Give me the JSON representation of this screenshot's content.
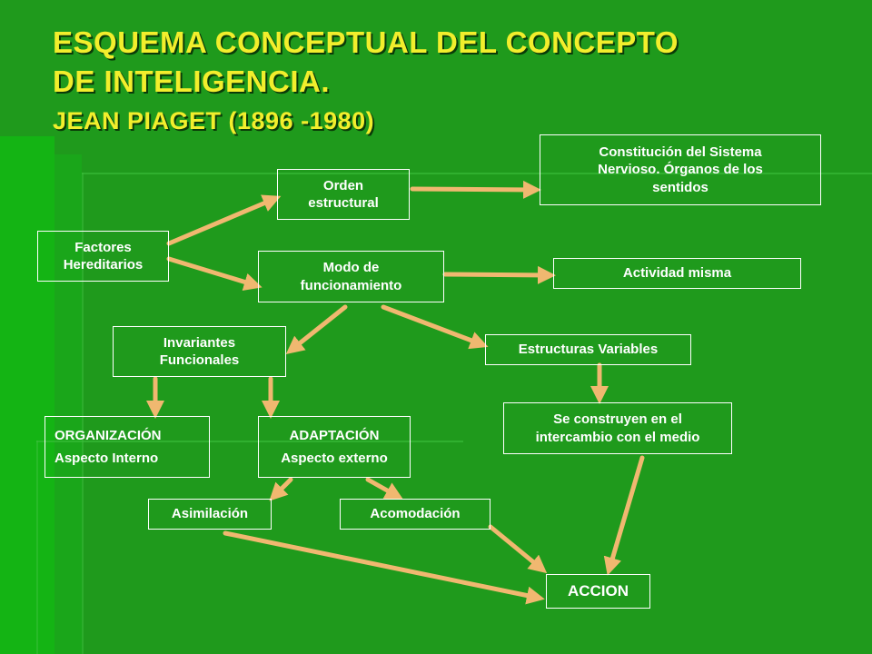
{
  "header": {
    "title_line1": "ESQUEMA CONCEPTUAL DEL CONCEPTO",
    "title_line2": "DE INTELIGENCIA.",
    "subtitle": "JEAN PIAGET (1896 -1980)"
  },
  "colors": {
    "background": "#1f9a1c",
    "title": "#f2ee2c",
    "arrow": "#f0b870",
    "box_border": "#ffffff",
    "box_text": "#ffffff"
  },
  "nodes": {
    "factores": {
      "line1": "Factores",
      "line2": "Hereditarios"
    },
    "orden": {
      "line1": "Orden",
      "line2": "estructural"
    },
    "constitucion": {
      "line1": "Constitución del Sistema",
      "line2": "Nervioso. Órganos de los",
      "line3": "sentidos"
    },
    "modo": {
      "line1": "Modo de",
      "line2": "funcionamiento"
    },
    "actividad": {
      "line1": "Actividad misma"
    },
    "invariantes": {
      "line1": "Invariantes",
      "line2": "Funcionales"
    },
    "estructuras": {
      "line1": "Estructuras Variables"
    },
    "organizacion": {
      "line1": "ORGANIZACIÓN",
      "line2": "Aspecto Interno"
    },
    "adaptacion": {
      "line1": "ADAPTACIÓN",
      "line2": "Aspecto externo"
    },
    "construyen": {
      "line1": "Se construyen en el",
      "line2": "intercambio con el medio"
    },
    "asimilacion": {
      "line1": "Asimilación"
    },
    "acomodacion": {
      "line1": "Acomodación"
    },
    "accion": {
      "line1": "ACCION"
    }
  },
  "edges": [
    {
      "from": "factores",
      "to": "orden"
    },
    {
      "from": "factores",
      "to": "modo"
    },
    {
      "from": "orden",
      "to": "constitucion"
    },
    {
      "from": "modo",
      "to": "actividad"
    },
    {
      "from": "modo",
      "to": "invariantes"
    },
    {
      "from": "modo",
      "to": "estructuras"
    },
    {
      "from": "invariantes",
      "to": "organizacion"
    },
    {
      "from": "invariantes",
      "to": "adaptacion"
    },
    {
      "from": "estructuras",
      "to": "construyen"
    },
    {
      "from": "adaptacion",
      "to": "asimilacion"
    },
    {
      "from": "adaptacion",
      "to": "acomodacion"
    },
    {
      "from": "construyen",
      "to": "accion"
    },
    {
      "from": "acomodacion",
      "to": "accion"
    },
    {
      "from": "asimilacion",
      "to": "accion"
    }
  ]
}
